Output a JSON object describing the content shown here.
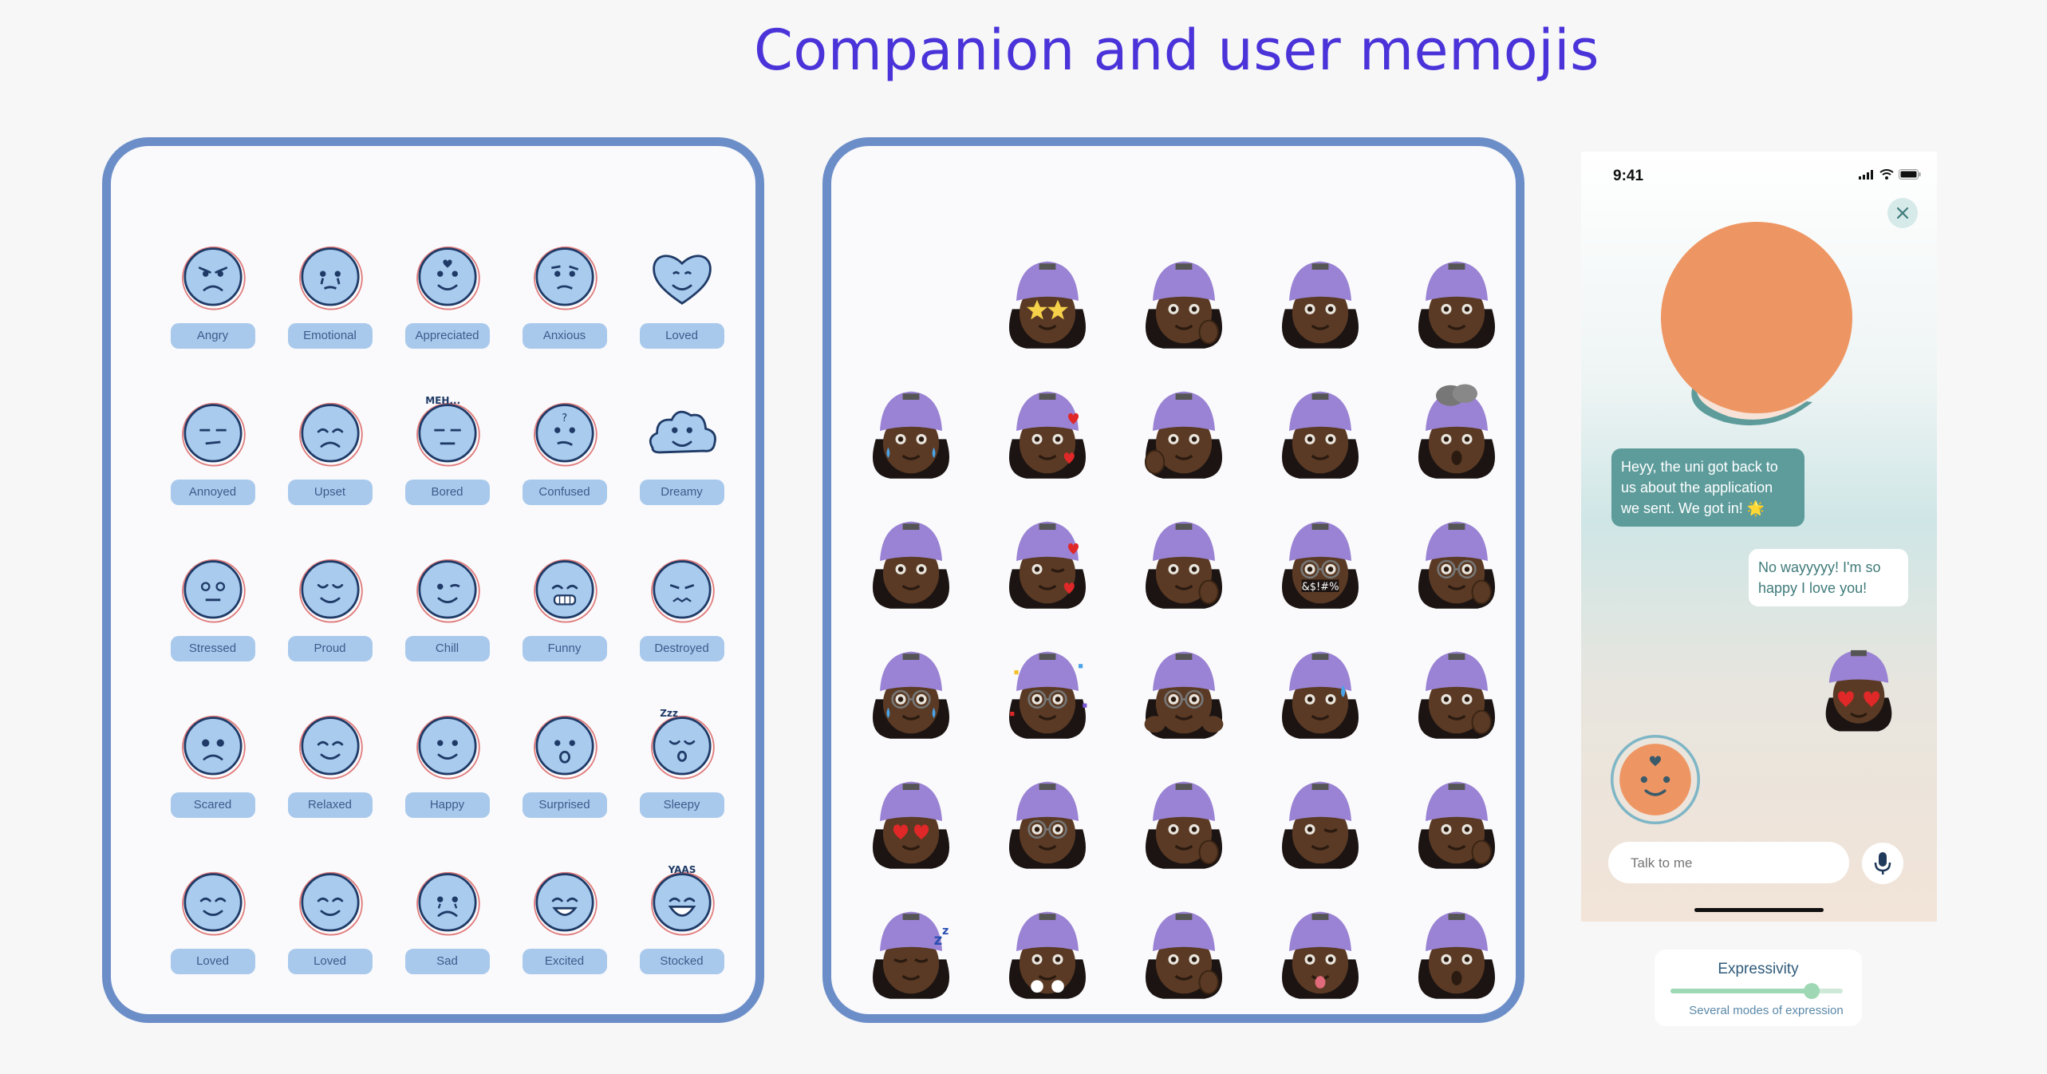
{
  "page": {
    "title": "Companion and user memojis"
  },
  "colors": {
    "accent": "#4a34d9",
    "panel_border": "#6c8ec8",
    "face_fill": "#a8cbee",
    "face_line": "#1f3a66",
    "pill_bg": "#a9c9ec",
    "bubble_companion": "#5e9c9c",
    "orb": "#ee9663",
    "avatar_hat": "#9a83d4",
    "avatar_skin": "#5a3a24"
  },
  "moods": [
    {
      "label": "Angry",
      "icon": "angry-face-icon"
    },
    {
      "label": "Emotional",
      "icon": "emotional-face-icon"
    },
    {
      "label": "Appreciated",
      "icon": "appreciated-face-icon"
    },
    {
      "label": "Anxious",
      "icon": "anxious-face-icon"
    },
    {
      "label": "Loved",
      "icon": "heart-face-icon"
    },
    {
      "label": "Annoyed",
      "icon": "annoyed-face-icon"
    },
    {
      "label": "Upset",
      "icon": "upset-face-icon"
    },
    {
      "label": "Bored",
      "icon": "bored-face-icon",
      "caption": "MEH..."
    },
    {
      "label": "Confused",
      "icon": "confused-face-icon"
    },
    {
      "label": "Dreamy",
      "icon": "cloud-face-icon"
    },
    {
      "label": "Stressed",
      "icon": "stressed-face-icon"
    },
    {
      "label": "Proud",
      "icon": "proud-face-icon"
    },
    {
      "label": "Chill",
      "icon": "chill-face-icon"
    },
    {
      "label": "Funny",
      "icon": "funny-face-icon"
    },
    {
      "label": "Destroyed",
      "icon": "destroyed-face-icon"
    },
    {
      "label": "Scared",
      "icon": "scared-face-icon"
    },
    {
      "label": "Relaxed",
      "icon": "relaxed-face-icon"
    },
    {
      "label": "Happy",
      "icon": "happy-face-icon"
    },
    {
      "label": "Surprised",
      "icon": "surprised-face-icon"
    },
    {
      "label": "Sleepy",
      "icon": "sleepy-face-icon",
      "caption": "Zzz"
    },
    {
      "label": "Loved",
      "icon": "loved-face-icon"
    },
    {
      "label": "Loved",
      "icon": "loved-face-icon"
    },
    {
      "label": "Sad",
      "icon": "sad-face-icon"
    },
    {
      "label": "Excited",
      "icon": "excited-face-icon"
    },
    {
      "label": "Stocked",
      "icon": "stocked-face-icon",
      "caption": "YAAS"
    }
  ],
  "memojis": [
    {
      "icon": "empty-cell"
    },
    {
      "icon": "star-eyes-memoji-icon"
    },
    {
      "icon": "thumbs-up-memoji-icon"
    },
    {
      "icon": "looking-up-memoji-icon"
    },
    {
      "icon": "smiling-memoji-icon"
    },
    {
      "icon": "tears-of-joy-memoji-icon"
    },
    {
      "icon": "hearts-memoji-icon"
    },
    {
      "icon": "thumbs-down-memoji-icon"
    },
    {
      "icon": "eye-roll-memoji-icon"
    },
    {
      "icon": "mind-blown-memoji-icon"
    },
    {
      "icon": "neutral-memoji-icon"
    },
    {
      "icon": "wink-heart-memoji-icon"
    },
    {
      "icon": "peace-sign-memoji-icon"
    },
    {
      "icon": "swearing-memoji-icon",
      "caption": "&$!#%"
    },
    {
      "icon": "glasses-peace-memoji-icon"
    },
    {
      "icon": "crying-memoji-icon"
    },
    {
      "icon": "party-memoji-icon"
    },
    {
      "icon": "jazz-hands-memoji-icon"
    },
    {
      "icon": "sweat-memoji-icon"
    },
    {
      "icon": "shush-memoji-icon"
    },
    {
      "icon": "heart-eyes-memoji-icon"
    },
    {
      "icon": "smirk-memoji-icon"
    },
    {
      "icon": "fist-memoji-icon"
    },
    {
      "icon": "wink-memoji-icon"
    },
    {
      "icon": "thinking-memoji-icon"
    },
    {
      "icon": "sleeping-memoji-icon"
    },
    {
      "icon": "huff-memoji-icon"
    },
    {
      "icon": "hand-over-mouth-memoji-icon"
    },
    {
      "icon": "tongue-out-memoji-icon"
    },
    {
      "icon": "screaming-memoji-icon"
    }
  ],
  "phone": {
    "time": "9:41",
    "companion_message": "Heyy, the uni got back to us about the application we sent. We got in! 🌟",
    "user_message": "No wayyyyy! I'm so happy I love you!",
    "input_placeholder": "Talk to me"
  },
  "expressivity": {
    "title": "Expressivity",
    "subtitle": "Several modes of expression",
    "level": 0.82
  }
}
